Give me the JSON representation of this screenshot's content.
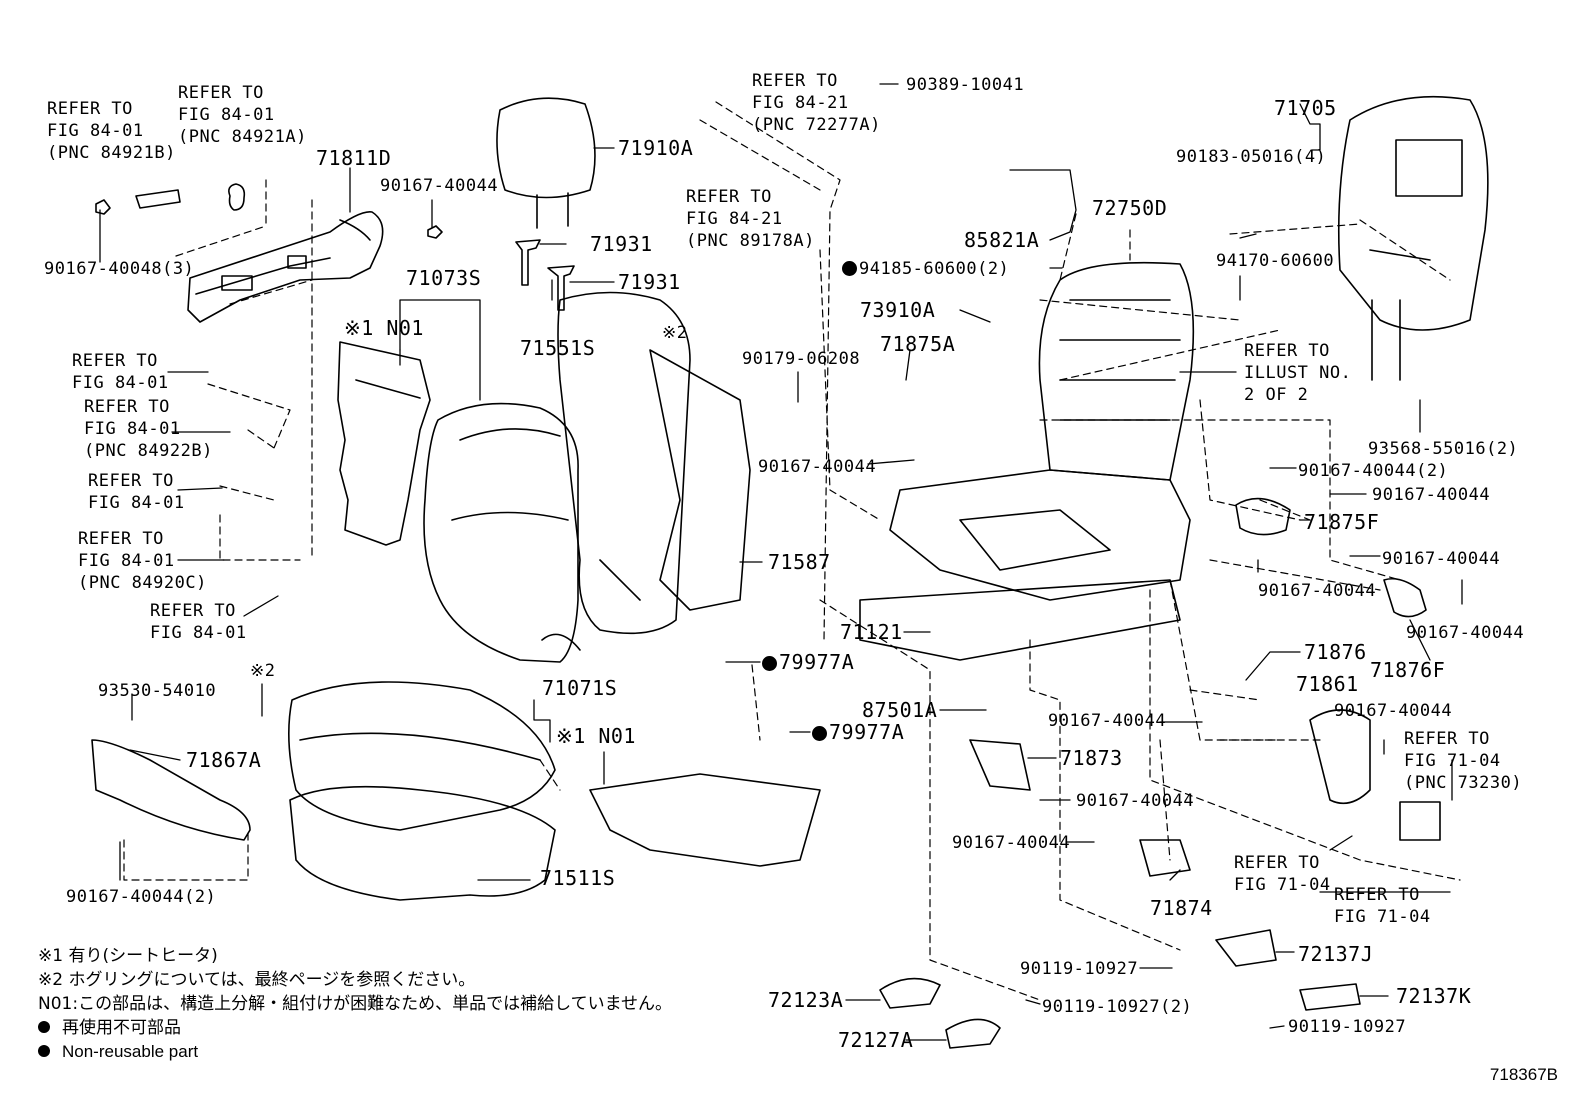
{
  "diagram": {
    "labels": [
      {
        "id": "refer_84_01_a",
        "text": "REFER TO\nFIG 84-01\n(PNC 84921B)"
      },
      {
        "id": "refer_84_01_b",
        "text": "REFER TO\nFIG 84-01\n(PNC 84921A)"
      },
      {
        "id": "p71811D",
        "text": "71811D"
      },
      {
        "id": "p90167_40044_top",
        "text": "90167-40044"
      },
      {
        "id": "p90167_40048",
        "text": "90167-40048(3)"
      },
      {
        "id": "p71910A",
        "text": "71910A"
      },
      {
        "id": "p71931_a",
        "text": "71931"
      },
      {
        "id": "p71931_b",
        "text": "71931"
      },
      {
        "id": "p71073S",
        "text": "71073S"
      },
      {
        "id": "n01_a",
        "text": "※1 N01"
      },
      {
        "id": "p71551S",
        "text": "71551S"
      },
      {
        "id": "note2_a",
        "text": "※2"
      },
      {
        "id": "refer_84_21_a",
        "text": "REFER TO\nFIG 84-21\n(PNC 72277A)"
      },
      {
        "id": "refer_84_21_b",
        "text": "REFER TO\nFIG 84-21\n(PNC 89178A)"
      },
      {
        "id": "p90389_10041",
        "text": "90389-10041"
      },
      {
        "id": "p72750D",
        "text": "72750D"
      },
      {
        "id": "p85821A",
        "text": "85821A"
      },
      {
        "id": "p94185_60600",
        "text": "94185-60600(2)",
        "dot": true
      },
      {
        "id": "p73910A",
        "text": "73910A"
      },
      {
        "id": "p71875A",
        "text": "71875A"
      },
      {
        "id": "p90179_06208",
        "text": "90179-06208"
      },
      {
        "id": "p90167_40044_mid",
        "text": "90167-40044"
      },
      {
        "id": "p71705",
        "text": "71705"
      },
      {
        "id": "p90183_05016",
        "text": "90183-05016(4)"
      },
      {
        "id": "p94170_60600",
        "text": "94170-60600"
      },
      {
        "id": "refer_illust",
        "text": "REFER TO\nILLUST NO.\n2 OF 2"
      },
      {
        "id": "p93568_55016",
        "text": "93568-55016(2)"
      },
      {
        "id": "p90167_40044_2r",
        "text": "90167-40044(2)"
      },
      {
        "id": "p90167_40044_r1",
        "text": "90167-40044"
      },
      {
        "id": "p71875F",
        "text": "71875F"
      },
      {
        "id": "p90167_40044_r2",
        "text": "90167-40044"
      },
      {
        "id": "p90167_40044_r3",
        "text": "90167-40044"
      },
      {
        "id": "p90167_40044_r4",
        "text": "90167-40044"
      },
      {
        "id": "p71876F",
        "text": "71876F"
      },
      {
        "id": "refer_84_01_c",
        "text": "REFER TO\nFIG 84-01"
      },
      {
        "id": "refer_84_01_d",
        "text": "REFER TO\nFIG 84-01\n(PNC 84922B)"
      },
      {
        "id": "refer_84_01_e",
        "text": "REFER TO\nFIG 84-01"
      },
      {
        "id": "refer_84_01_f",
        "text": "REFER TO\nFIG 84-01\n(PNC 84920C)"
      },
      {
        "id": "refer_84_01_g",
        "text": "REFER TO\nFIG 84-01"
      },
      {
        "id": "p71587",
        "text": "71587"
      },
      {
        "id": "p79977A_a",
        "text": "79977A",
        "dot": true
      },
      {
        "id": "p79977A_b",
        "text": "79977A",
        "dot": true
      },
      {
        "id": "p71121",
        "text": "71121"
      },
      {
        "id": "p71876",
        "text": "71876"
      },
      {
        "id": "p71861",
        "text": "71861"
      },
      {
        "id": "p87501A",
        "text": "87501A"
      },
      {
        "id": "p90167_40044_c1",
        "text": "90167-40044"
      },
      {
        "id": "p90167_40044_c2",
        "text": "90167-40044"
      },
      {
        "id": "refer_71_04_a",
        "text": "REFER TO\nFIG 71-04\n(PNC 73230)"
      },
      {
        "id": "p71873",
        "text": "71873"
      },
      {
        "id": "p90167_40044_c3",
        "text": "90167-40044"
      },
      {
        "id": "p90167_40044_c4",
        "text": "90167-40044"
      },
      {
        "id": "p71874",
        "text": "71874"
      },
      {
        "id": "refer_71_04_b",
        "text": "REFER TO\nFIG 71-04"
      },
      {
        "id": "refer_71_04_c",
        "text": "REFER TO\nFIG 71-04"
      },
      {
        "id": "p93530_54010",
        "text": "93530-54010"
      },
      {
        "id": "note2_b",
        "text": "※2"
      },
      {
        "id": "p71867A",
        "text": "71867A"
      },
      {
        "id": "p90167_40044_2l",
        "text": "90167-40044(2)"
      },
      {
        "id": "p71071S",
        "text": "71071S"
      },
      {
        "id": "n01_b",
        "text": "※1 N01"
      },
      {
        "id": "p71511S",
        "text": "71511S"
      },
      {
        "id": "p90119_10927_a",
        "text": "90119-10927"
      },
      {
        "id": "p72137J",
        "text": "72137J"
      },
      {
        "id": "p72123A",
        "text": "72123A"
      },
      {
        "id": "p90119_10927_b",
        "text": "90119-10927(2)"
      },
      {
        "id": "p72137K",
        "text": "72137K"
      },
      {
        "id": "p72127A",
        "text": "72127A"
      },
      {
        "id": "p90119_10927_c",
        "text": "90119-10927"
      }
    ],
    "notes": [
      "※1 有り(シートヒータ)",
      "※2 ホグリングについては、最終ページを参照ください。",
      "N01:この部品は、構造上分解・組付けが困難なため、単品では補給していません。",
      "再使用不可部品",
      "Non-reusable part"
    ],
    "figure_number": "718367B"
  }
}
